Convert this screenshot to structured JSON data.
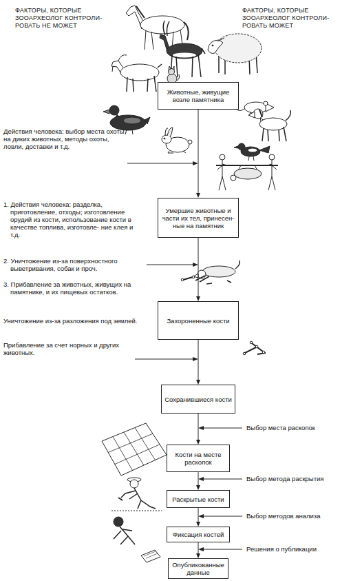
{
  "diagram": {
    "nodes": [
      {
        "text": [
          "Животные, живущие возле памятника"
        ]
      },
      {
        "text": [
          "Умершие животные и части их тел, принесен- ные на памятник"
        ]
      },
      {
        "text": [
          "Захороненные кости"
        ]
      },
      {
        "text": [
          "Сохранившиеся кости"
        ]
      },
      {
        "text": [
          "Кости на месте раскопок"
        ]
      },
      {
        "text": [
          "Раскрытые кости"
        ]
      },
      {
        "text": [
          "Фиксация костей"
        ]
      },
      {
        "text": [
          "Опубликованные данные"
        ]
      }
    ],
    "edges": [
      {
        "from": 0,
        "to": 1,
        "arrow": "to"
      },
      {
        "from": 1,
        "to": 2,
        "arrow": "to"
      },
      {
        "from": 2,
        "to": 3,
        "arrow": "to"
      },
      {
        "from": 3,
        "to": 4,
        "arrow": "to"
      },
      {
        "from": 4,
        "to": 5,
        "arrow": "to"
      },
      {
        "from": 5,
        "to": 6,
        "arrow": "to"
      },
      {
        "from": 6,
        "to": 7,
        "arrow": "to"
      }
    ],
    "labels": [
      "ФАКТОРЫ, КОТОРЫЕ ЗООАРХЕОЛОГ КОНТРОЛИ- РОВАТЬ НЕ МОЖЕТ",
      "ФАКТОРЫ, КОТОРЫЕ ЗООАРХЕОЛОГ КОНТРОЛИ- РОВАТЬ МОЖЕТ",
      "Действия человека: выбор места охоты на диких животных, методы охоты, ловли, доставки и т.д.",
      "1. Действия человека: разделка, приготовление, отходы; изготовление орудий из кости, использование кости в качестве топлива, изготовле- ние клея и т.д.",
      "2. Уничтожение из-за поверхностного выветривания, собак и проч.",
      "3. Прибавление за животных, живущих на памятнике, и их пищевых остатков.",
      "Уничтожение из-за разложения под землей.",
      "Прибавление за счет норных и других животных.",
      "Выбор места раскопок",
      "Выбор метода раскрытия",
      "Выбор методов анализа",
      "Решения о публикации"
    ]
  }
}
